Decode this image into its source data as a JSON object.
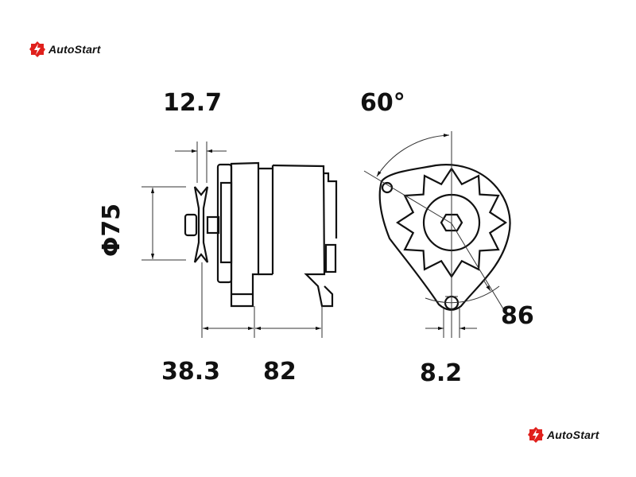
{
  "brand": {
    "name": "AutoStart",
    "accent": "#e0201c"
  },
  "dimensions": {
    "pulley_width": "12.7",
    "pulley_diameter": "Φ75",
    "front_to_mount": "38.3",
    "mount_span": "82",
    "mount_angle": "60°",
    "mount_radius": "86",
    "mount_hole": "8.2"
  }
}
